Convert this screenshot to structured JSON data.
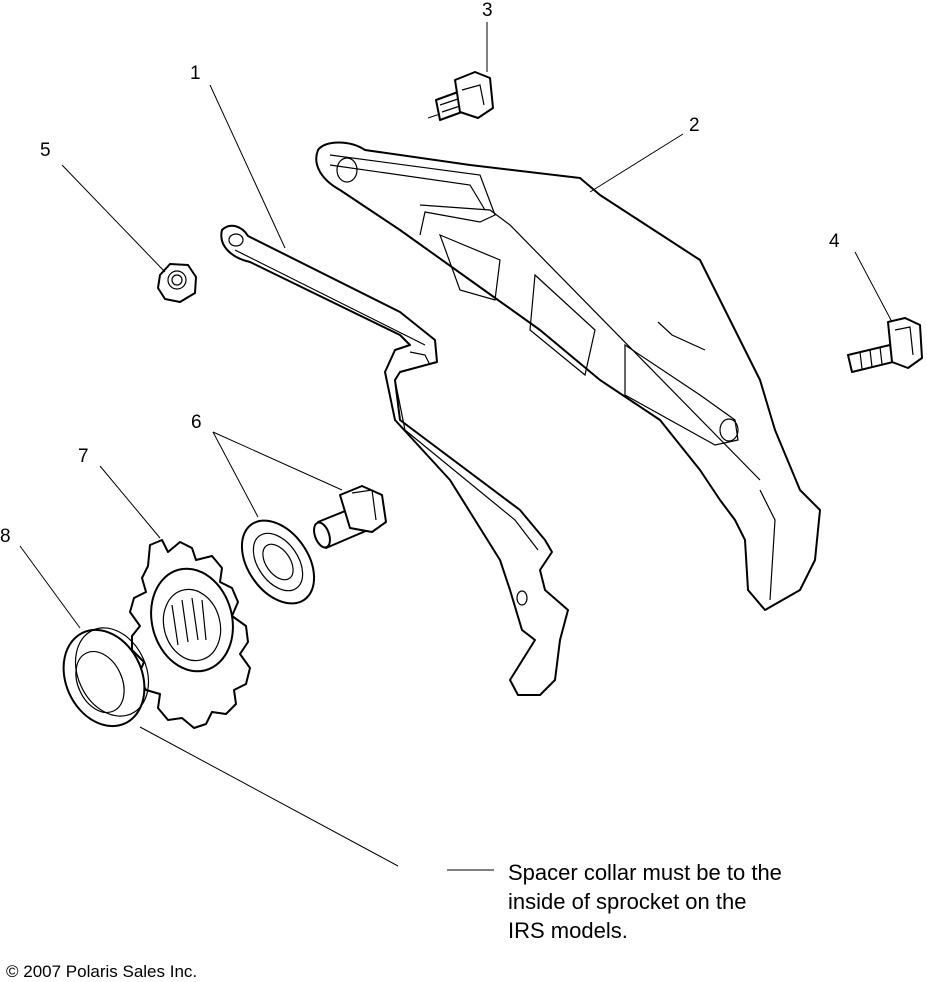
{
  "callouts": {
    "c1": "1",
    "c2": "2",
    "c3": "3",
    "c4": "4",
    "c5": "5",
    "c6": "6",
    "c7": "7",
    "c8": "8"
  },
  "note": "Spacer collar must be to the\ninside of sprocket on the\nIRS models.",
  "copyright": "© 2007 Polaris Sales Inc."
}
